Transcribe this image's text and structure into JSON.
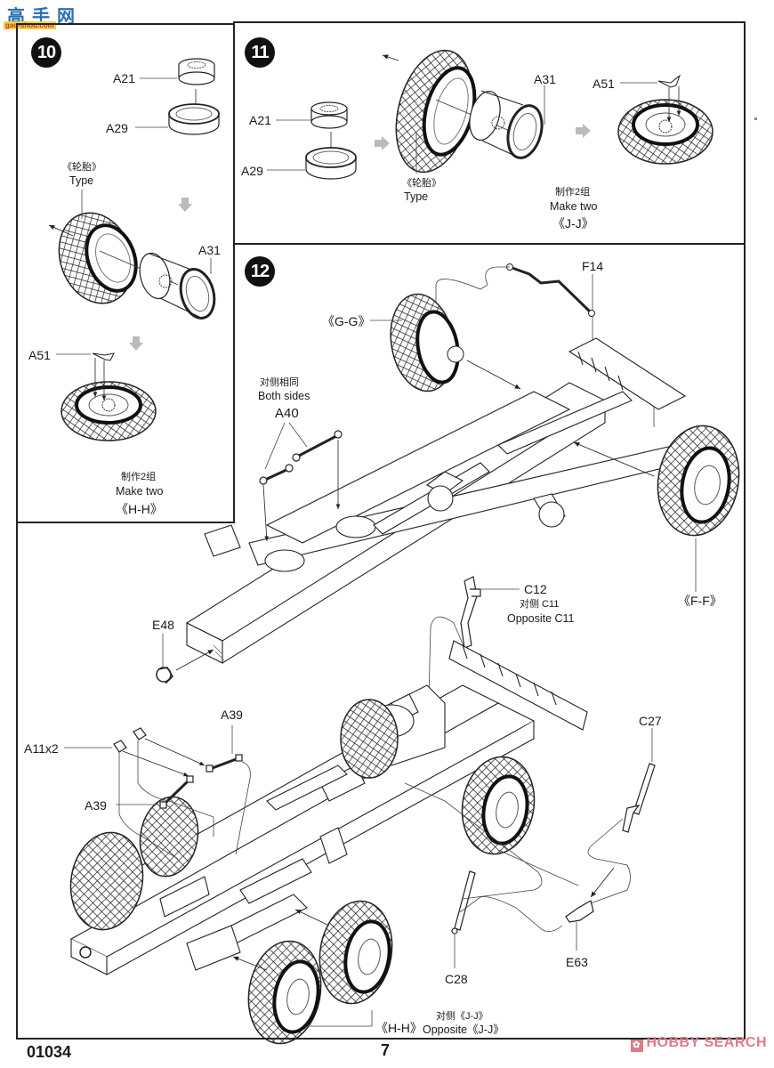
{
  "watermark_top": {
    "chars": "高手网",
    "url": "gao-shou.com"
  },
  "steps": {
    "s10": {
      "number": "10",
      "labels": {
        "a21": "A21",
        "a29": "A29",
        "tire_cn": "《轮胎》",
        "tire_en": "Type",
        "a31": "A31",
        "a51": "A51"
      },
      "note_cn": "制作2组",
      "note_en": "Make two",
      "ref": "《H-H》"
    },
    "s11": {
      "number": "11",
      "labels": {
        "a21": "A21",
        "a29": "A29",
        "tire_cn": "《轮胎》",
        "tire_en": "Type",
        "a31": "A31",
        "a51": "A51"
      },
      "note_cn": "制作2组",
      "note_en": "Make two",
      "ref": "《J-J》"
    },
    "s12": {
      "number": "12",
      "labels": {
        "gg": "《G-G》",
        "f14": "F14",
        "both_cn": "对侧相同",
        "both_en": "Both sides",
        "a40": "A40",
        "ff": "《F-F》",
        "c12": "C12",
        "c12_cn": "对侧 C11",
        "c12_en": "Opposite  C11",
        "e48": "E48",
        "a39_top": "A39",
        "a11": "A11x2",
        "a39_left": "A39",
        "c27": "C27",
        "c28": "C28",
        "e63": "E63",
        "hh": "《H-H》",
        "jj_cn": "对侧《J-J》",
        "jj_en": "Opposite《J-J》"
      }
    }
  },
  "footer": {
    "product_code": "01034",
    "page_number": "7",
    "watermark": "HOBBY SEARCH"
  }
}
